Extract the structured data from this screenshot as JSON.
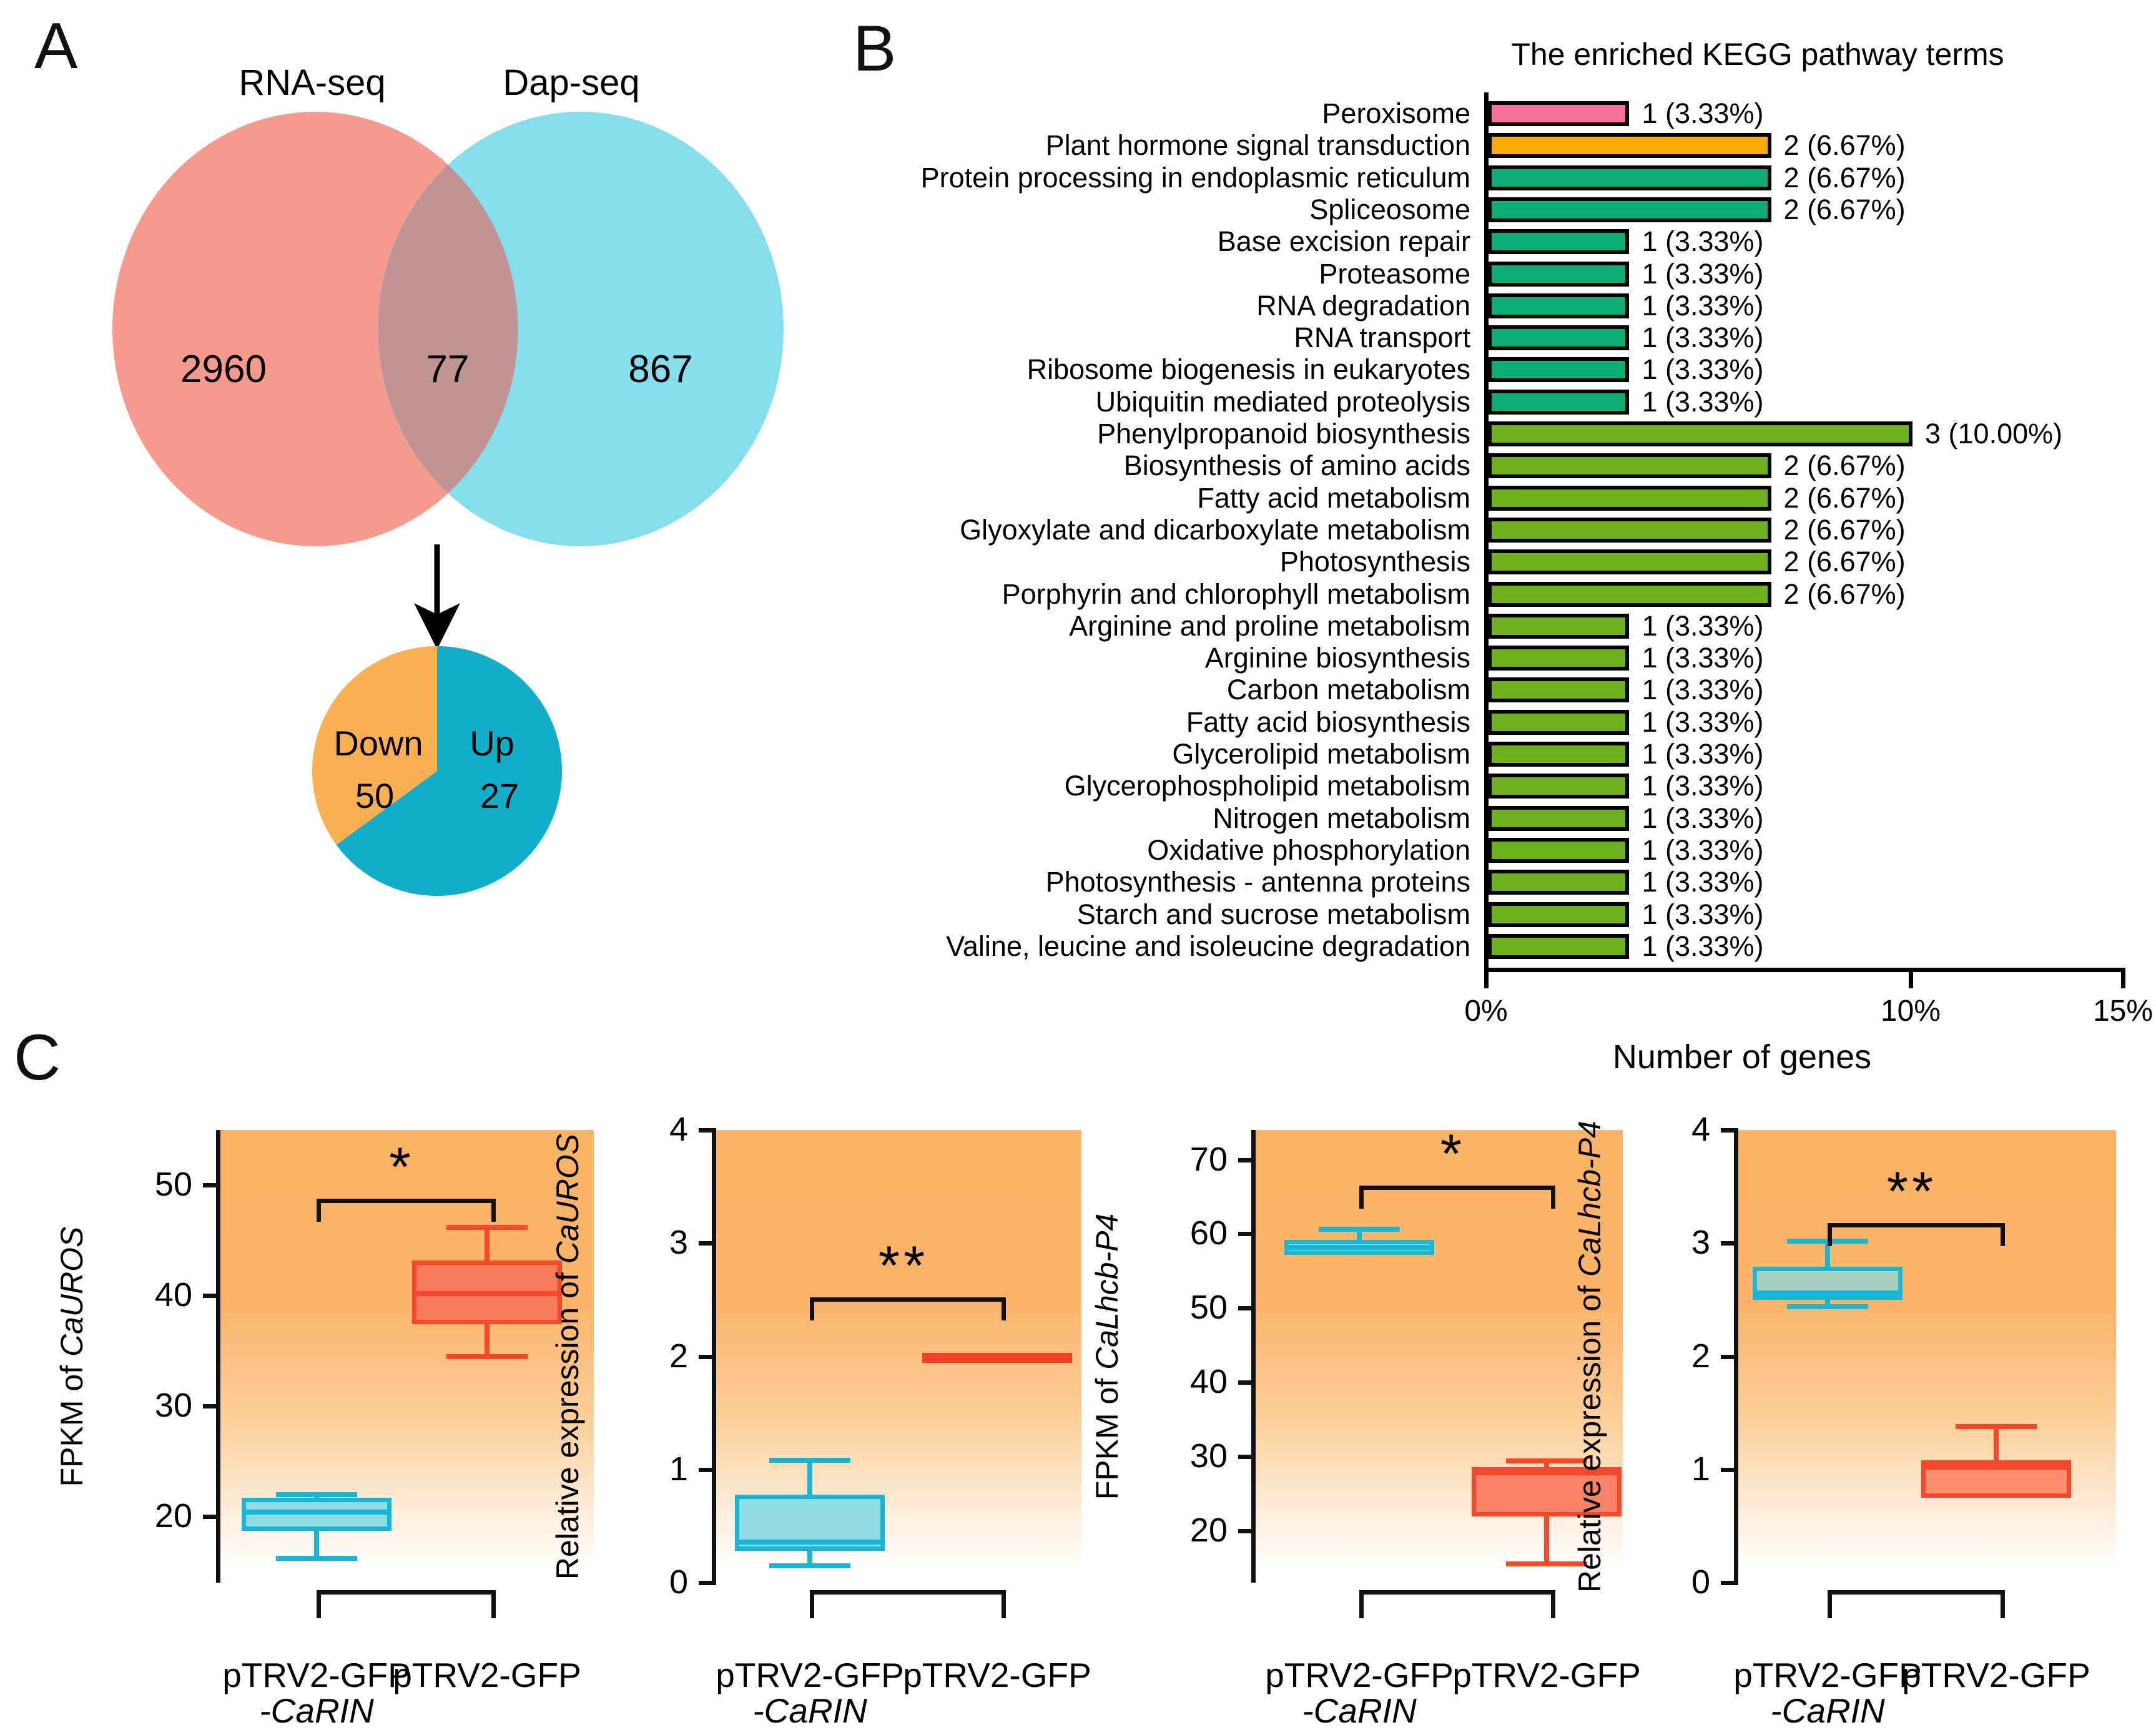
{
  "panels": {
    "a_label": "A",
    "b_label": "B",
    "c_label": "C"
  },
  "chart_data": [
    {
      "id": "venn",
      "type": "venn",
      "title": "",
      "left": {
        "label": "RNA-seq",
        "count": "2960",
        "color": "#f59a8d"
      },
      "right": {
        "label": "Dap-seq",
        "count": "867",
        "color": "#85deeb"
      },
      "overlap": {
        "count": "77",
        "color": "#c29394"
      }
    },
    {
      "id": "deg-pie",
      "type": "pie",
      "categories": [
        "Down",
        "Up"
      ],
      "values": [
        50,
        27
      ],
      "slices": [
        {
          "label": "Down",
          "value": "50",
          "color": "#10aecb"
        },
        {
          "label": "Up",
          "value": "27",
          "color": "#fbaf50"
        }
      ]
    },
    {
      "id": "kegg",
      "type": "bar",
      "orientation": "horizontal",
      "title": "The enriched KEGG pathway terms",
      "xlabel": "Number of genes",
      "xlim": [
        0,
        15
      ],
      "xticks": [
        {
          "value": 0,
          "label": "0%"
        },
        {
          "value": 10,
          "label": "10%"
        },
        {
          "value": 15,
          "label": "15%"
        }
      ],
      "grid": false,
      "categories": [
        "Peroxisome",
        "Plant hormone signal transduction",
        "Protein processing in endoplasmic reticulum",
        "Spliceosome",
        "Base excision repair",
        "Proteasome",
        "RNA degradation",
        "RNA transport",
        "Ribosome biogenesis in eukaryotes",
        "Ubiquitin mediated proteolysis",
        "Phenylpropanoid biosynthesis",
        "Biosynthesis of amino acids",
        "Fatty acid metabolism",
        "Glyoxylate and dicarboxylate metabolism",
        "Photosynthesis",
        "Porphyrin and chlorophyll metabolism",
        "Arginine and proline metabolism",
        "Arginine biosynthesis",
        "Carbon metabolism",
        "Fatty acid biosynthesis",
        "Glycerolipid metabolism",
        "Glycerophospholipid metabolism",
        "Nitrogen metabolism",
        "Oxidative phosphorylation",
        "Photosynthesis - antenna proteins",
        "Starch and sucrose metabolism",
        "Valine, leucine and isoleucine degradation"
      ],
      "counts": [
        1,
        2,
        2,
        2,
        1,
        1,
        1,
        1,
        1,
        1,
        3,
        2,
        2,
        2,
        2,
        2,
        1,
        1,
        1,
        1,
        1,
        1,
        1,
        1,
        1,
        1,
        1
      ],
      "values": [
        3.33,
        6.67,
        6.67,
        6.67,
        3.33,
        3.33,
        3.33,
        3.33,
        3.33,
        3.33,
        10.0,
        6.67,
        6.67,
        6.67,
        6.67,
        6.67,
        3.33,
        3.33,
        3.33,
        3.33,
        3.33,
        3.33,
        3.33,
        3.33,
        3.33,
        3.33,
        3.33
      ],
      "value_labels": [
        "1 (3.33%)",
        "2 (6.67%)",
        "2 (6.67%)",
        "2 (6.67%)",
        "1 (3.33%)",
        "1 (3.33%)",
        "1 (3.33%)",
        "1 (3.33%)",
        "1 (3.33%)",
        "1 (3.33%)",
        "3 (10.00%)",
        "2 (6.67%)",
        "2 (6.67%)",
        "2 (6.67%)",
        "2 (6.67%)",
        "2 (6.67%)",
        "1 (3.33%)",
        "1 (3.33%)",
        "1 (3.33%)",
        "1 (3.33%)",
        "1 (3.33%)",
        "1 (3.33%)",
        "1 (3.33%)",
        "1 (3.33%)",
        "1 (3.33%)",
        "1 (3.33%)",
        "1 (3.33%)"
      ],
      "colors": [
        "#f8719b",
        "#fbac00",
        "#0cab77",
        "#0cab77",
        "#0cab77",
        "#0cab77",
        "#0cab77",
        "#0cab77",
        "#0cab77",
        "#0cab77",
        "#6fb11c",
        "#6fb11c",
        "#6fb11c",
        "#6fb11c",
        "#6fb11c",
        "#6fb11c",
        "#6fb11c",
        "#6fb11c",
        "#6fb11c",
        "#6fb11c",
        "#6fb11c",
        "#6fb11c",
        "#6fb11c",
        "#6fb11c",
        "#6fb11c",
        "#6fb11c",
        "#6fb11c"
      ]
    },
    {
      "id": "box-fpkm-cauros",
      "type": "boxplot",
      "ylabel_prefix": "FPKM of ",
      "ylabel_gene": "CaUROS",
      "ylim": [
        14,
        55
      ],
      "yticks": [
        20,
        30,
        40,
        50
      ],
      "significance": "*",
      "sig_y": 48.8,
      "categories": [
        {
          "line1": "pTRV2-GFP",
          "line2": "-CaRIN"
        },
        {
          "line1": "pTRV2-GFP",
          "line2": ""
        }
      ],
      "series": [
        {
          "name": "pTRV2-GFP-CaRIN",
          "low": 16.2,
          "q1": 18.7,
          "median": 20.4,
          "q3": 21.7,
          "high": 22.0,
          "fill": "#8edbe4",
          "stroke": "#16b6d6"
        },
        {
          "name": "pTRV2-GFP",
          "low": 34.5,
          "q1": 37.4,
          "median": 40.2,
          "q3": 43.2,
          "high": 46.2,
          "fill": "#f97c5c",
          "stroke": "#f7482c"
        }
      ]
    },
    {
      "id": "box-rel-cauros",
      "type": "boxplot",
      "ylabel_prefix": "Relative expression of ",
      "ylabel_gene": "CaUROS",
      "ylim": [
        0,
        4
      ],
      "yticks": [
        0,
        1,
        2,
        3,
        4
      ],
      "significance": "**",
      "sig_y": 2.52,
      "categories": [
        {
          "line1": "pTRV2-GFP",
          "line2": "-CaRIN"
        },
        {
          "line1": "pTRV2-GFP",
          "line2": ""
        }
      ],
      "series": [
        {
          "name": "pTRV2-GFP-CaRIN",
          "low": 0.15,
          "q1": 0.28,
          "median": 0.36,
          "q3": 0.78,
          "high": 1.08,
          "fill": "#8edbe4",
          "stroke": "#16b6d6"
        },
        {
          "name": "pTRV2-GFP",
          "low": 1.97,
          "q1": 1.97,
          "median": 2.0,
          "q3": 2.03,
          "high": 2.03,
          "fill": "#f73d24",
          "stroke": "#f73d24"
        }
      ]
    },
    {
      "id": "box-fpkm-calhcb",
      "type": "boxplot",
      "ylabel_prefix": "FPKM of ",
      "ylabel_gene": "CaLhcb-P4",
      "ylim": [
        13,
        74
      ],
      "yticks": [
        20,
        30,
        40,
        50,
        60,
        70
      ],
      "significance": "*",
      "sig_y": 66.5,
      "categories": [
        {
          "line1": "pTRV2-GFP",
          "line2": "-CaRIN"
        },
        {
          "line1": "pTRV2-GFP",
          "line2": ""
        }
      ],
      "series": [
        {
          "name": "pTRV2-GFP-CaRIN",
          "low": 57.2,
          "q1": 57.2,
          "median": 58.2,
          "q3": 59.2,
          "high": 60.6,
          "fill": "#a9d2c8",
          "stroke": "#16b6d6"
        },
        {
          "name": "pTRV2-GFP",
          "low": 15.5,
          "q1": 21.9,
          "median": 27.8,
          "q3": 28.6,
          "high": 29.4,
          "fill": "#fa8266",
          "stroke": "#f7482c"
        }
      ]
    },
    {
      "id": "box-rel-calhcb",
      "type": "boxplot",
      "ylabel_prefix": "Relative expression of ",
      "ylabel_gene": "CaLhcb-P4",
      "ylim": [
        0,
        4
      ],
      "yticks": [
        0,
        1,
        2,
        3,
        4
      ],
      "significance": "**",
      "sig_y": 3.18,
      "categories": [
        {
          "line1": "pTRV2-GFP",
          "line2": "-CaRIN"
        },
        {
          "line1": "pTRV2-GFP",
          "line2": ""
        }
      ],
      "series": [
        {
          "name": "pTRV2-GFP-CaRIN",
          "low": 2.44,
          "q1": 2.5,
          "median": 2.56,
          "q3": 2.79,
          "high": 3.02,
          "fill": "#a9cfc0",
          "stroke": "#16b6d6"
        },
        {
          "name": "pTRV2-GFP",
          "low": 0.75,
          "q1": 0.75,
          "median": 1.02,
          "q3": 1.08,
          "high": 1.38,
          "fill": "#fa8c70",
          "stroke": "#f7482c"
        }
      ]
    }
  ]
}
